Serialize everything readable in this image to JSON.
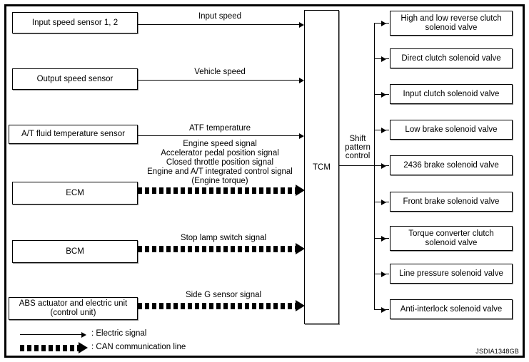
{
  "diagram": {
    "code": "JSDIA1348GB",
    "controller": {
      "label": "TCM"
    },
    "shift_pattern_control": {
      "label": "Shift\npattern\ncontrol"
    },
    "inputs": [
      {
        "name": "input-speed-sensor",
        "label": "Input speed sensor 1, 2",
        "signal": "Input speed",
        "line_type": "electric"
      },
      {
        "name": "output-speed-sensor",
        "label": "Output speed sensor",
        "signal": "Vehicle speed",
        "line_type": "electric"
      },
      {
        "name": "at-fluid-temperature-sensor",
        "label": "A/T fluid temperature sensor",
        "signal": "ATF temperature",
        "line_type": "electric"
      },
      {
        "name": "ecm",
        "label": "ECM",
        "signal": "Engine speed signal\nAccelerator pedal position signal\nClosed throttle position signal\nEngine and A/T integrated control signal\n(Engine torque)",
        "line_type": "can"
      },
      {
        "name": "bcm",
        "label": "BCM",
        "signal": "Stop lamp switch signal",
        "line_type": "can"
      },
      {
        "name": "abs-actuator-and-electric-unit",
        "label": "ABS actuator and electric unit\n(control unit)",
        "signal": "Side G sensor signal",
        "line_type": "can"
      }
    ],
    "outputs": [
      {
        "name": "high-and-low-reverse-clutch-solenoid-valve",
        "label": "High and low reverse clutch\nsolenoid valve"
      },
      {
        "name": "direct-clutch-solenoid-valve",
        "label": "Direct clutch solenoid valve"
      },
      {
        "name": "input-clutch-solenoid-valve",
        "label": "Input clutch solenoid valve"
      },
      {
        "name": "low-brake-solenoid-valve",
        "label": "Low brake solenoid valve"
      },
      {
        "name": "2436-brake-solenoid-valve",
        "label": "2436 brake solenoid valve"
      },
      {
        "name": "front-brake-solenoid-valve",
        "label": "Front brake solenoid valve"
      },
      {
        "name": "torque-converter-clutch-solenoid-valve",
        "label": "Torque converter clutch\nsolenoid valve"
      },
      {
        "name": "line-pressure-solenoid-valve",
        "label": "Line pressure solenoid valve"
      },
      {
        "name": "anti-interlock-solenoid-valve",
        "label": "Anti-interlock solenoid valve"
      }
    ],
    "legend": [
      {
        "name": "electric-signal",
        "label": ": Electric signal",
        "line_type": "electric"
      },
      {
        "name": "can-communication-line",
        "label": ": CAN communication line",
        "line_type": "can"
      }
    ]
  }
}
